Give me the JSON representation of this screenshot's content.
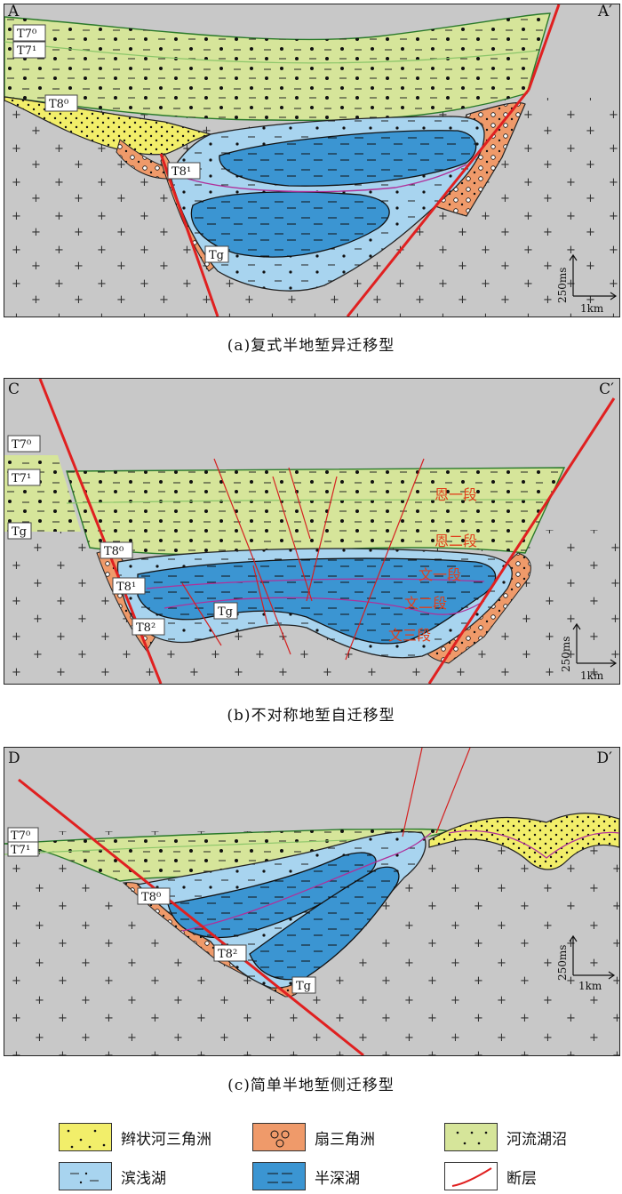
{
  "panels": [
    {
      "id": "a",
      "corner_left": "A",
      "corner_right": "A′",
      "caption": "(a)复式半地堑异迁移型",
      "labels": [
        "T7⁰",
        "T7¹",
        "T8⁰",
        "T8¹",
        "Tg"
      ],
      "scale": {
        "vertical": "250ms",
        "horizontal": "1km"
      }
    },
    {
      "id": "b",
      "corner_left": "C",
      "corner_right": "C′",
      "caption": "(b)不对称地堑自迁移型",
      "labels": [
        "T7⁰",
        "T7¹",
        "Tg",
        "T8⁰",
        "T8¹",
        "Tg",
        "T8²"
      ],
      "unit_labels": [
        "恩一段",
        "恩二段",
        "文一段",
        "文二段",
        "文三段"
      ],
      "scale": {
        "vertical": "250ms",
        "horizontal": "1km"
      }
    },
    {
      "id": "c",
      "corner_left": "D",
      "corner_right": "D′",
      "caption": "(c)简单半地堑侧迁移型",
      "labels": [
        "T7⁰",
        "T7¹",
        "T8⁰",
        "T8²",
        "Tg"
      ],
      "scale": {
        "vertical": "250ms",
        "horizontal": "1km"
      }
    }
  ],
  "legend": [
    {
      "label": "辫状河三角洲",
      "color": "#f2ee6a",
      "pattern": "dots"
    },
    {
      "label": "扇三角洲",
      "color": "#ef9a6a",
      "pattern": "circles"
    },
    {
      "label": "河流湖沼",
      "color": "#d6e59a",
      "pattern": "dots"
    },
    {
      "label": "滨浅湖",
      "color": "#a8d4ef",
      "pattern": "dash-dot"
    },
    {
      "label": "半深湖",
      "color": "#3b95d2",
      "pattern": "dash"
    },
    {
      "label": "断层",
      "color": "#e02020",
      "pattern": "line"
    }
  ]
}
